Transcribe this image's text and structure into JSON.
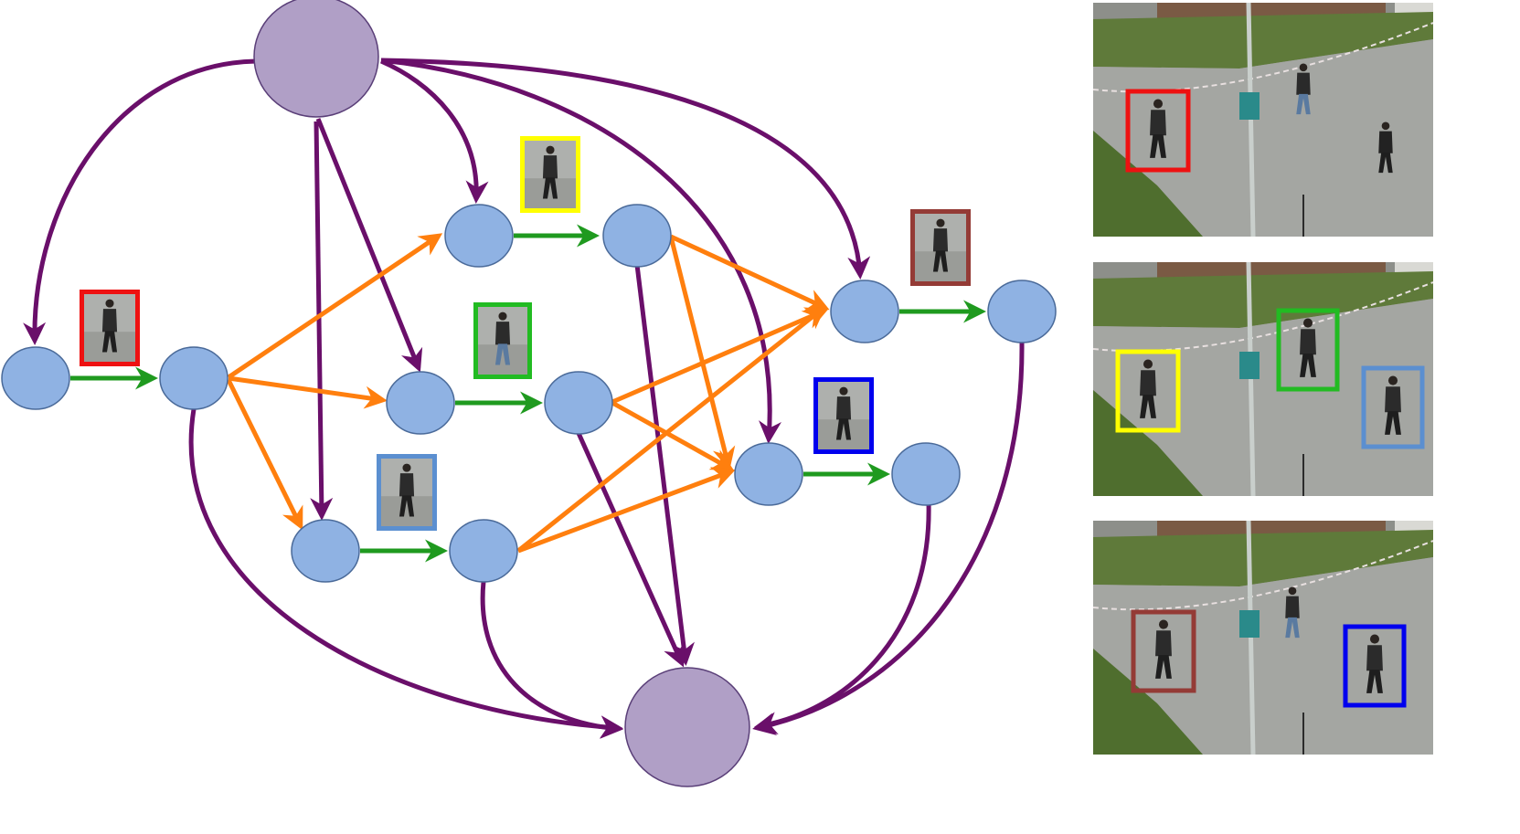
{
  "diagram": {
    "colors": {
      "source_sink_fill": "#b09fc6",
      "source_sink_stroke": "#5a3f78",
      "node_fill": "#8fb2e3",
      "node_stroke": "#4a6a99",
      "flow_edge": "#6a0f6a",
      "observation_edge": "#1f9a1f",
      "transition_edge": "#ff7f0e"
    },
    "box_colors": {
      "red": "#ee1111",
      "yellow": "#ffff00",
      "green": "#22bb22",
      "light_blue": "#5b8fd0",
      "brown": "#943b36",
      "blue": "#0000ee"
    },
    "terminals": [
      "source",
      "sink"
    ],
    "nodes": [
      {
        "id": "n1",
        "label": ""
      },
      {
        "id": "n2",
        "label": ""
      },
      {
        "id": "n3",
        "label": ""
      },
      {
        "id": "n4",
        "label": ""
      },
      {
        "id": "n5",
        "label": ""
      },
      {
        "id": "n6",
        "label": ""
      },
      {
        "id": "n7",
        "label": ""
      },
      {
        "id": "n8",
        "label": ""
      },
      {
        "id": "n9",
        "label": ""
      },
      {
        "id": "n10",
        "label": ""
      },
      {
        "id": "n11",
        "label": ""
      },
      {
        "id": "n12",
        "label": ""
      }
    ],
    "observation_edges": [
      [
        "n1",
        "n2"
      ],
      [
        "n3",
        "n4"
      ],
      [
        "n5",
        "n6"
      ],
      [
        "n7",
        "n8"
      ],
      [
        "n9",
        "n10"
      ],
      [
        "n11",
        "n12"
      ]
    ],
    "transition_edges": [
      [
        "n2",
        "n3"
      ],
      [
        "n2",
        "n5"
      ],
      [
        "n2",
        "n7"
      ],
      [
        "n4",
        "n9"
      ],
      [
        "n4",
        "n11"
      ],
      [
        "n6",
        "n9"
      ],
      [
        "n6",
        "n11"
      ],
      [
        "n8",
        "n9"
      ],
      [
        "n8",
        "n11"
      ]
    ],
    "entry_edges": [
      [
        "source",
        "n1"
      ],
      [
        "source",
        "n3"
      ],
      [
        "source",
        "n5"
      ],
      [
        "source",
        "n7"
      ],
      [
        "source",
        "n9"
      ],
      [
        "source",
        "n11"
      ]
    ],
    "exit_edges": [
      [
        "n2",
        "sink"
      ],
      [
        "n4",
        "sink"
      ],
      [
        "n6",
        "sink"
      ],
      [
        "n8",
        "sink"
      ],
      [
        "n10",
        "sink"
      ],
      [
        "n12",
        "sink"
      ]
    ],
    "detection_thumbnails": [
      {
        "color": "red",
        "node": "n1"
      },
      {
        "color": "yellow",
        "node": "n3"
      },
      {
        "color": "green",
        "node": "n5"
      },
      {
        "color": "light_blue",
        "node": "n7"
      },
      {
        "color": "brown",
        "node": "n9"
      },
      {
        "color": "blue",
        "node": "n11"
      }
    ]
  },
  "frames": [
    {
      "boxes": [
        "red"
      ]
    },
    {
      "boxes": [
        "yellow",
        "green",
        "light_blue"
      ]
    },
    {
      "boxes": [
        "brown",
        "blue"
      ]
    }
  ]
}
